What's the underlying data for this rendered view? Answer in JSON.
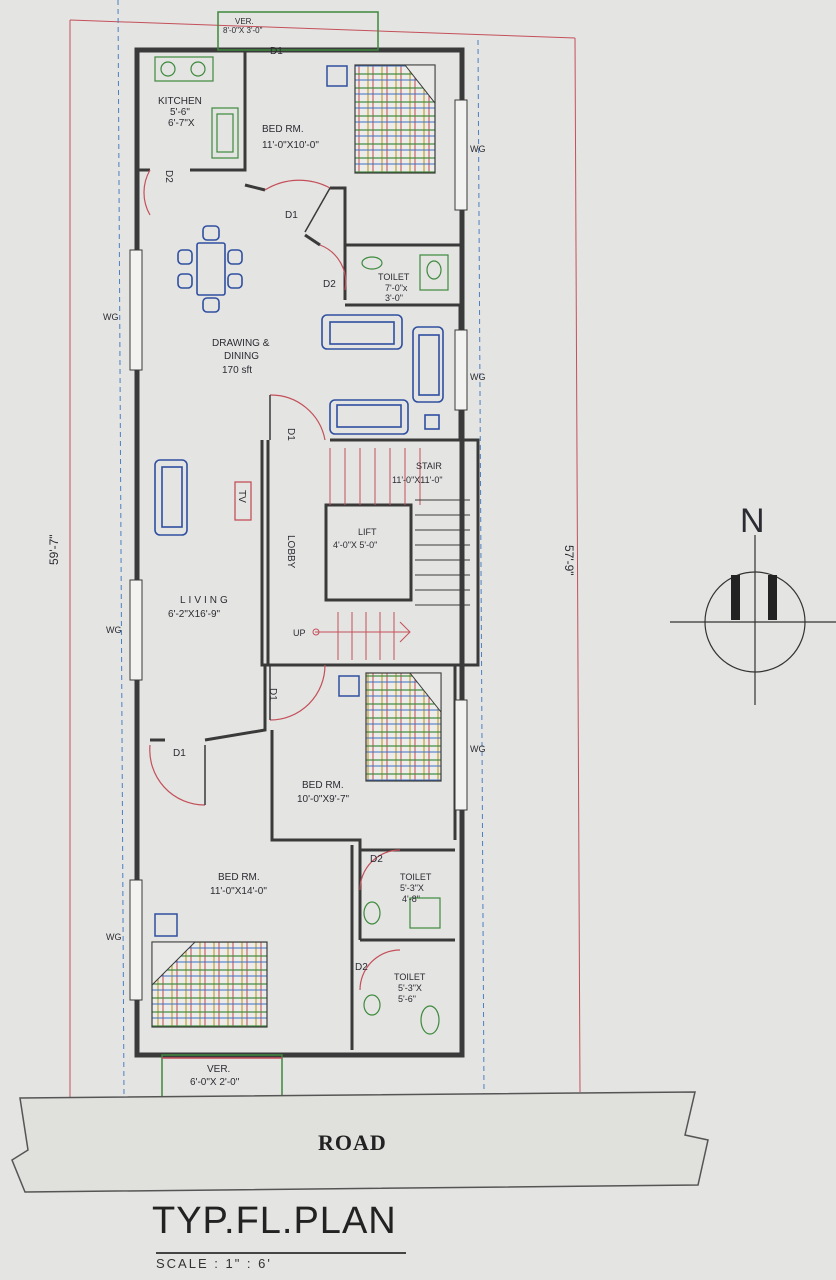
{
  "rooms": {
    "verandah_top": {
      "name": "VER.",
      "size": "8'-0\"X 3'-0\""
    },
    "kitchen": {
      "name": "KITCHEN",
      "size1": "5'-6\"",
      "size2": "6'-7\"X"
    },
    "bed_top": {
      "name": "BED RM.",
      "size": "11'-0\"X10'-0\""
    },
    "toilet_top": {
      "name": "TOILET",
      "size1": "7'-0\"x",
      "size2": "3'-0\""
    },
    "drawing": {
      "name1": "DRAWING &",
      "name2": "DINING",
      "area": "170 sft"
    },
    "stair": {
      "name": "STAIR",
      "size": "11'-0\"X11'-0\""
    },
    "lift": {
      "name": "LIFT",
      "size": "4'-0\"X 5'-0\""
    },
    "lobby": {
      "name": "LOBBY"
    },
    "living": {
      "name": "LIVING",
      "size": "6'-2\"X16'-9\""
    },
    "bed_mid": {
      "name": "BED RM.",
      "size": "10'-0\"X9'-7\""
    },
    "toilet_mid": {
      "name": "TOILET",
      "size1": "5'-3\"X",
      "size2": "4'-8\""
    },
    "bed_bottom": {
      "name": "BED RM.",
      "size": "11'-0\"X14'-0\""
    },
    "toilet_bottom": {
      "name": "TOILET",
      "size1": "5'-3\"X",
      "size2": "5'-6\""
    },
    "verandah_bottom": {
      "name": "VER.",
      "size": "6'-0\"X 2'-0\""
    }
  },
  "labels": {
    "d1": "D1",
    "d2": "D2",
    "wg": "WG",
    "tv": "TV",
    "up": "UP",
    "road": "ROAD",
    "north": "N",
    "left_dimension": "59'-7\"",
    "right_dimension": "57'-9\""
  },
  "title": "TYP.FL.PLAN",
  "scale": "SCALE :  1\" : 6'",
  "colors": {
    "wall": "#3a3a3a",
    "boundary": "#c4505a",
    "setback": "#4b7fc4",
    "furniture": "#2f4fa0",
    "door_arc": "#c4505a",
    "fixture": "#3d8a3d",
    "stair_line": "#c4505a"
  }
}
